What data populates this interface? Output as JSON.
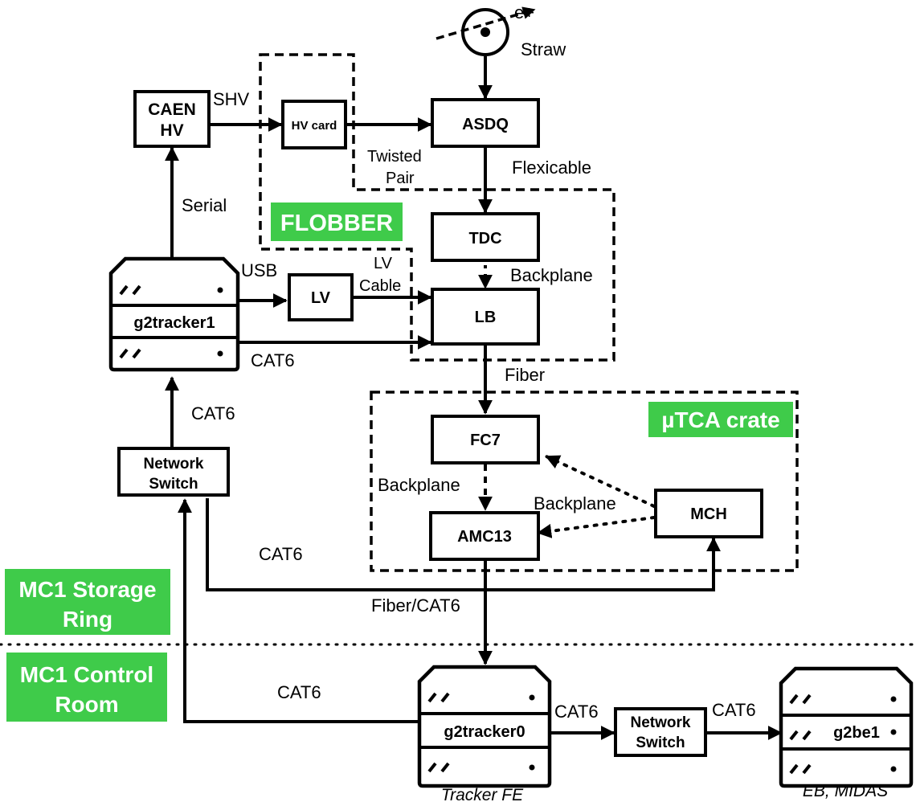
{
  "colors": {
    "ink": "#000000",
    "background": "#ffffff",
    "tag_fill": "#3fcb4a",
    "tag_text": "#ffffff"
  },
  "nodes": {
    "caen_hv": [
      "CAEN",
      "HV"
    ],
    "hv_card": "HV card",
    "asdq": "ASDQ",
    "tdc": "TDC",
    "lb": "LB",
    "lv": "LV",
    "fc7": "FC7",
    "amc13": "AMC13",
    "mch": "MCH",
    "network_switch_upper": [
      "Network",
      "Switch"
    ],
    "network_switch_lower": [
      "Network",
      "Switch"
    ],
    "g2tracker1": "g2tracker1",
    "g2tracker0": "g2tracker0",
    "g2be1": "g2be1"
  },
  "straw": {
    "particle": "e+",
    "label": "Straw"
  },
  "groups": {
    "flobber": "FLOBBER",
    "utca_crate": "µTCA crate"
  },
  "rooms": {
    "storage_ring": [
      "MC1 Storage",
      "Ring"
    ],
    "control_room": [
      "MC1 Control",
      "Room"
    ]
  },
  "connections": {
    "shv": "SHV",
    "twisted_pair": [
      "Twisted",
      "Pair"
    ],
    "flexicable": "Flexicable",
    "serial": "Serial",
    "usb": "USB",
    "lv_cable": [
      "LV",
      "Cable"
    ],
    "backplane_tdc_lb": "Backplane",
    "cat6_tracker1_lb": "CAT6",
    "fiber": "Fiber",
    "cat6_switch_tracker1": "CAT6",
    "backplane_fc7_amc13": "Backplane",
    "backplane_mch": "Backplane",
    "cat6_switch_mch": "CAT6",
    "fiber_cat6": "Fiber/CAT6",
    "cat6_tracker0_switch": "CAT6",
    "cat6_tracker0_out": "CAT6",
    "cat6_switch_be1": "CAT6"
  },
  "captions": {
    "tracker_fe": "Tracker FE",
    "eb_midas": "EB, MIDAS"
  }
}
